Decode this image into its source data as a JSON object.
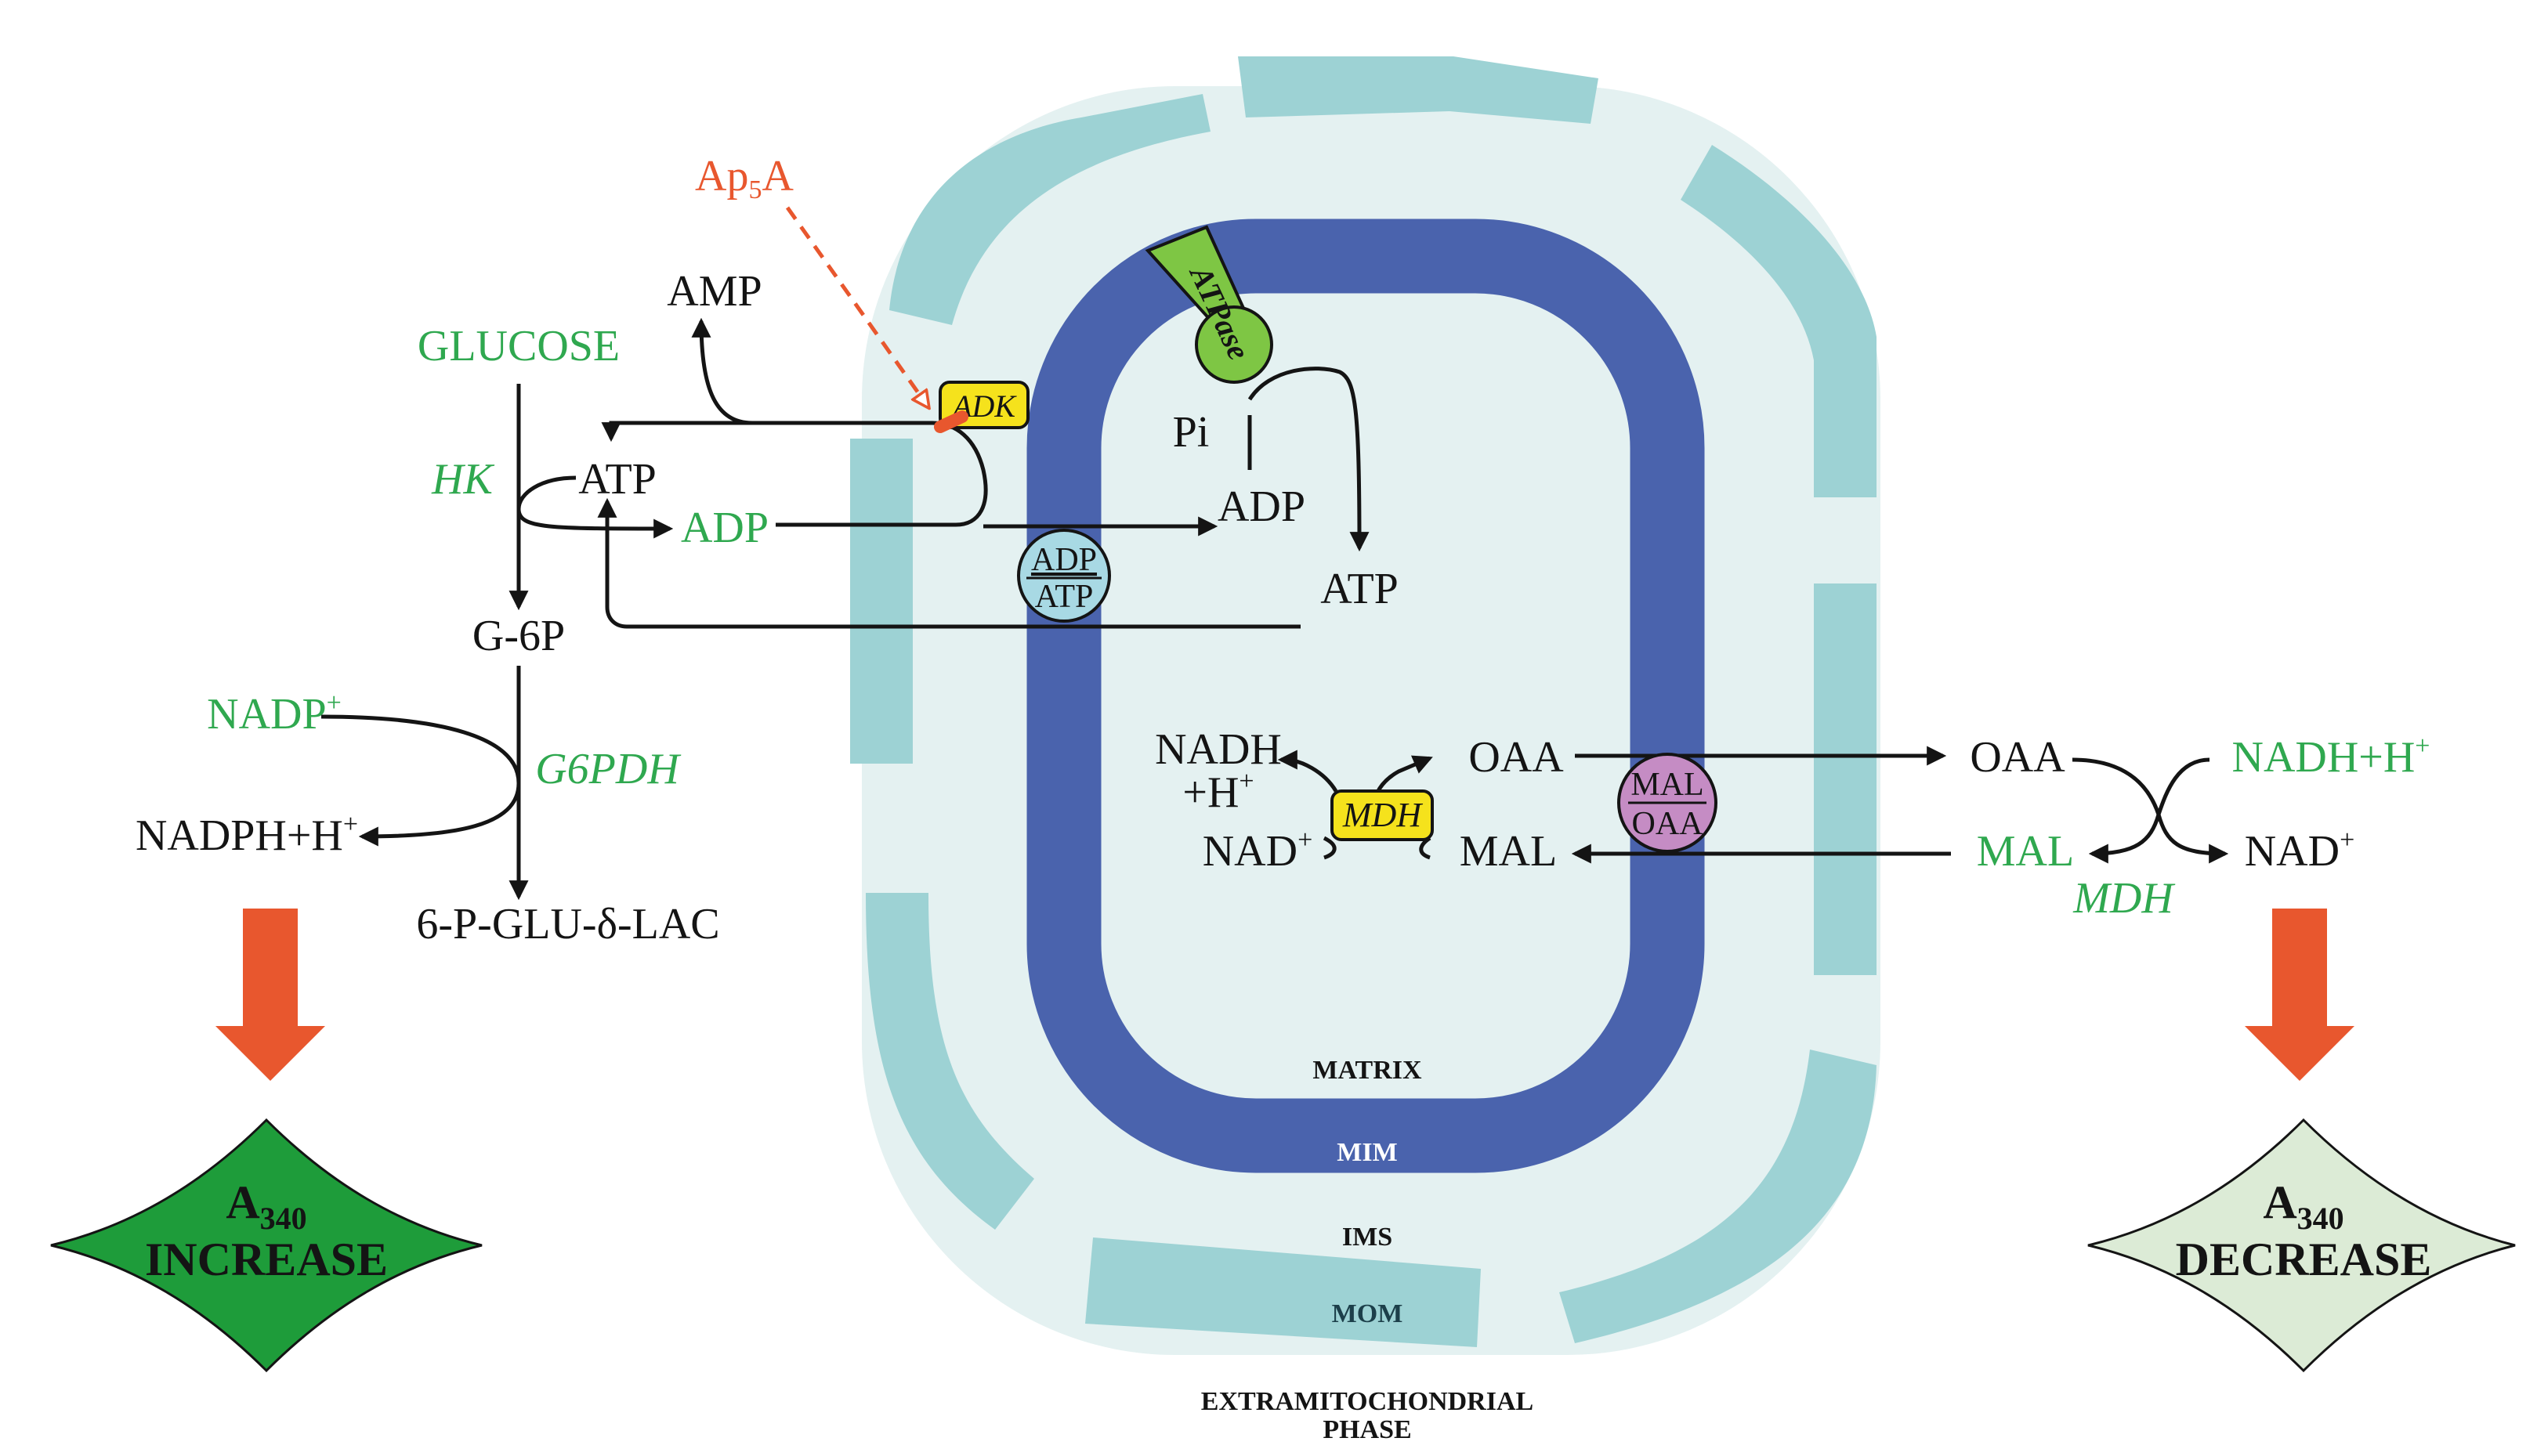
{
  "colors": {
    "outer_membrane": "#9dd2d4",
    "ims": "#e4f1f1",
    "inner_membrane": "#4a63ad",
    "green_text": "#2fa84f",
    "inhibitor": "#e8572e",
    "adk_box": "#f5e21c",
    "atpase": "#7ec644",
    "translocase": "#a8d9e4",
    "mal_oaa_carrier": "#c58cc4",
    "increase_diamond": "#1e9c3a",
    "decrease_diamond": "#dcebd6"
  },
  "inhibitor": {
    "base": "Ap",
    "subscript": "5",
    "suffix": "A"
  },
  "left": {
    "amp": "AMP",
    "glucose": "GLUCOSE",
    "hk": "HK",
    "atp": "ATP",
    "adp": "ADP",
    "g6p": "G-6P",
    "nadp": "NADP",
    "nadp_sup": "+",
    "g6pdh": "G6PDH",
    "nadph": "NADPH+H",
    "nadph_sup": "+",
    "product": "6-P-GLU-δ-LAC"
  },
  "enzymes": {
    "adk": "ADK",
    "atpase": "ATPase",
    "translocase_top": "ADP",
    "translocase_bottom": "ATP",
    "carrier_top": "MAL",
    "carrier_bottom": "OAA",
    "mdh_inner": "MDH"
  },
  "matrix": {
    "pi": "Pi",
    "adp": "ADP",
    "atp": "ATP",
    "nadh": "NADH",
    "h": "+H",
    "h_sup": "+",
    "nad": "NAD",
    "nad_sup": "+",
    "oaa": "OAA",
    "mal": "MAL"
  },
  "right": {
    "oaa": "OAA",
    "nadh": "NADH+H",
    "nadh_sup": "+",
    "mal": "MAL",
    "nad": "NAD",
    "nad_sup": "+",
    "mdh": "MDH"
  },
  "regions": {
    "matrix": "MATRIX",
    "mim": "MIM",
    "ims": "IMS",
    "mom": "MOM",
    "extra_1": "EXTRAMITOCHONDRIAL",
    "extra_2": "PHASE"
  },
  "results": {
    "increase": {
      "a": "A",
      "sub": "340",
      "text": "INCREASE"
    },
    "decrease": {
      "a": "A",
      "sub": "340",
      "text": "DECREASE"
    }
  }
}
